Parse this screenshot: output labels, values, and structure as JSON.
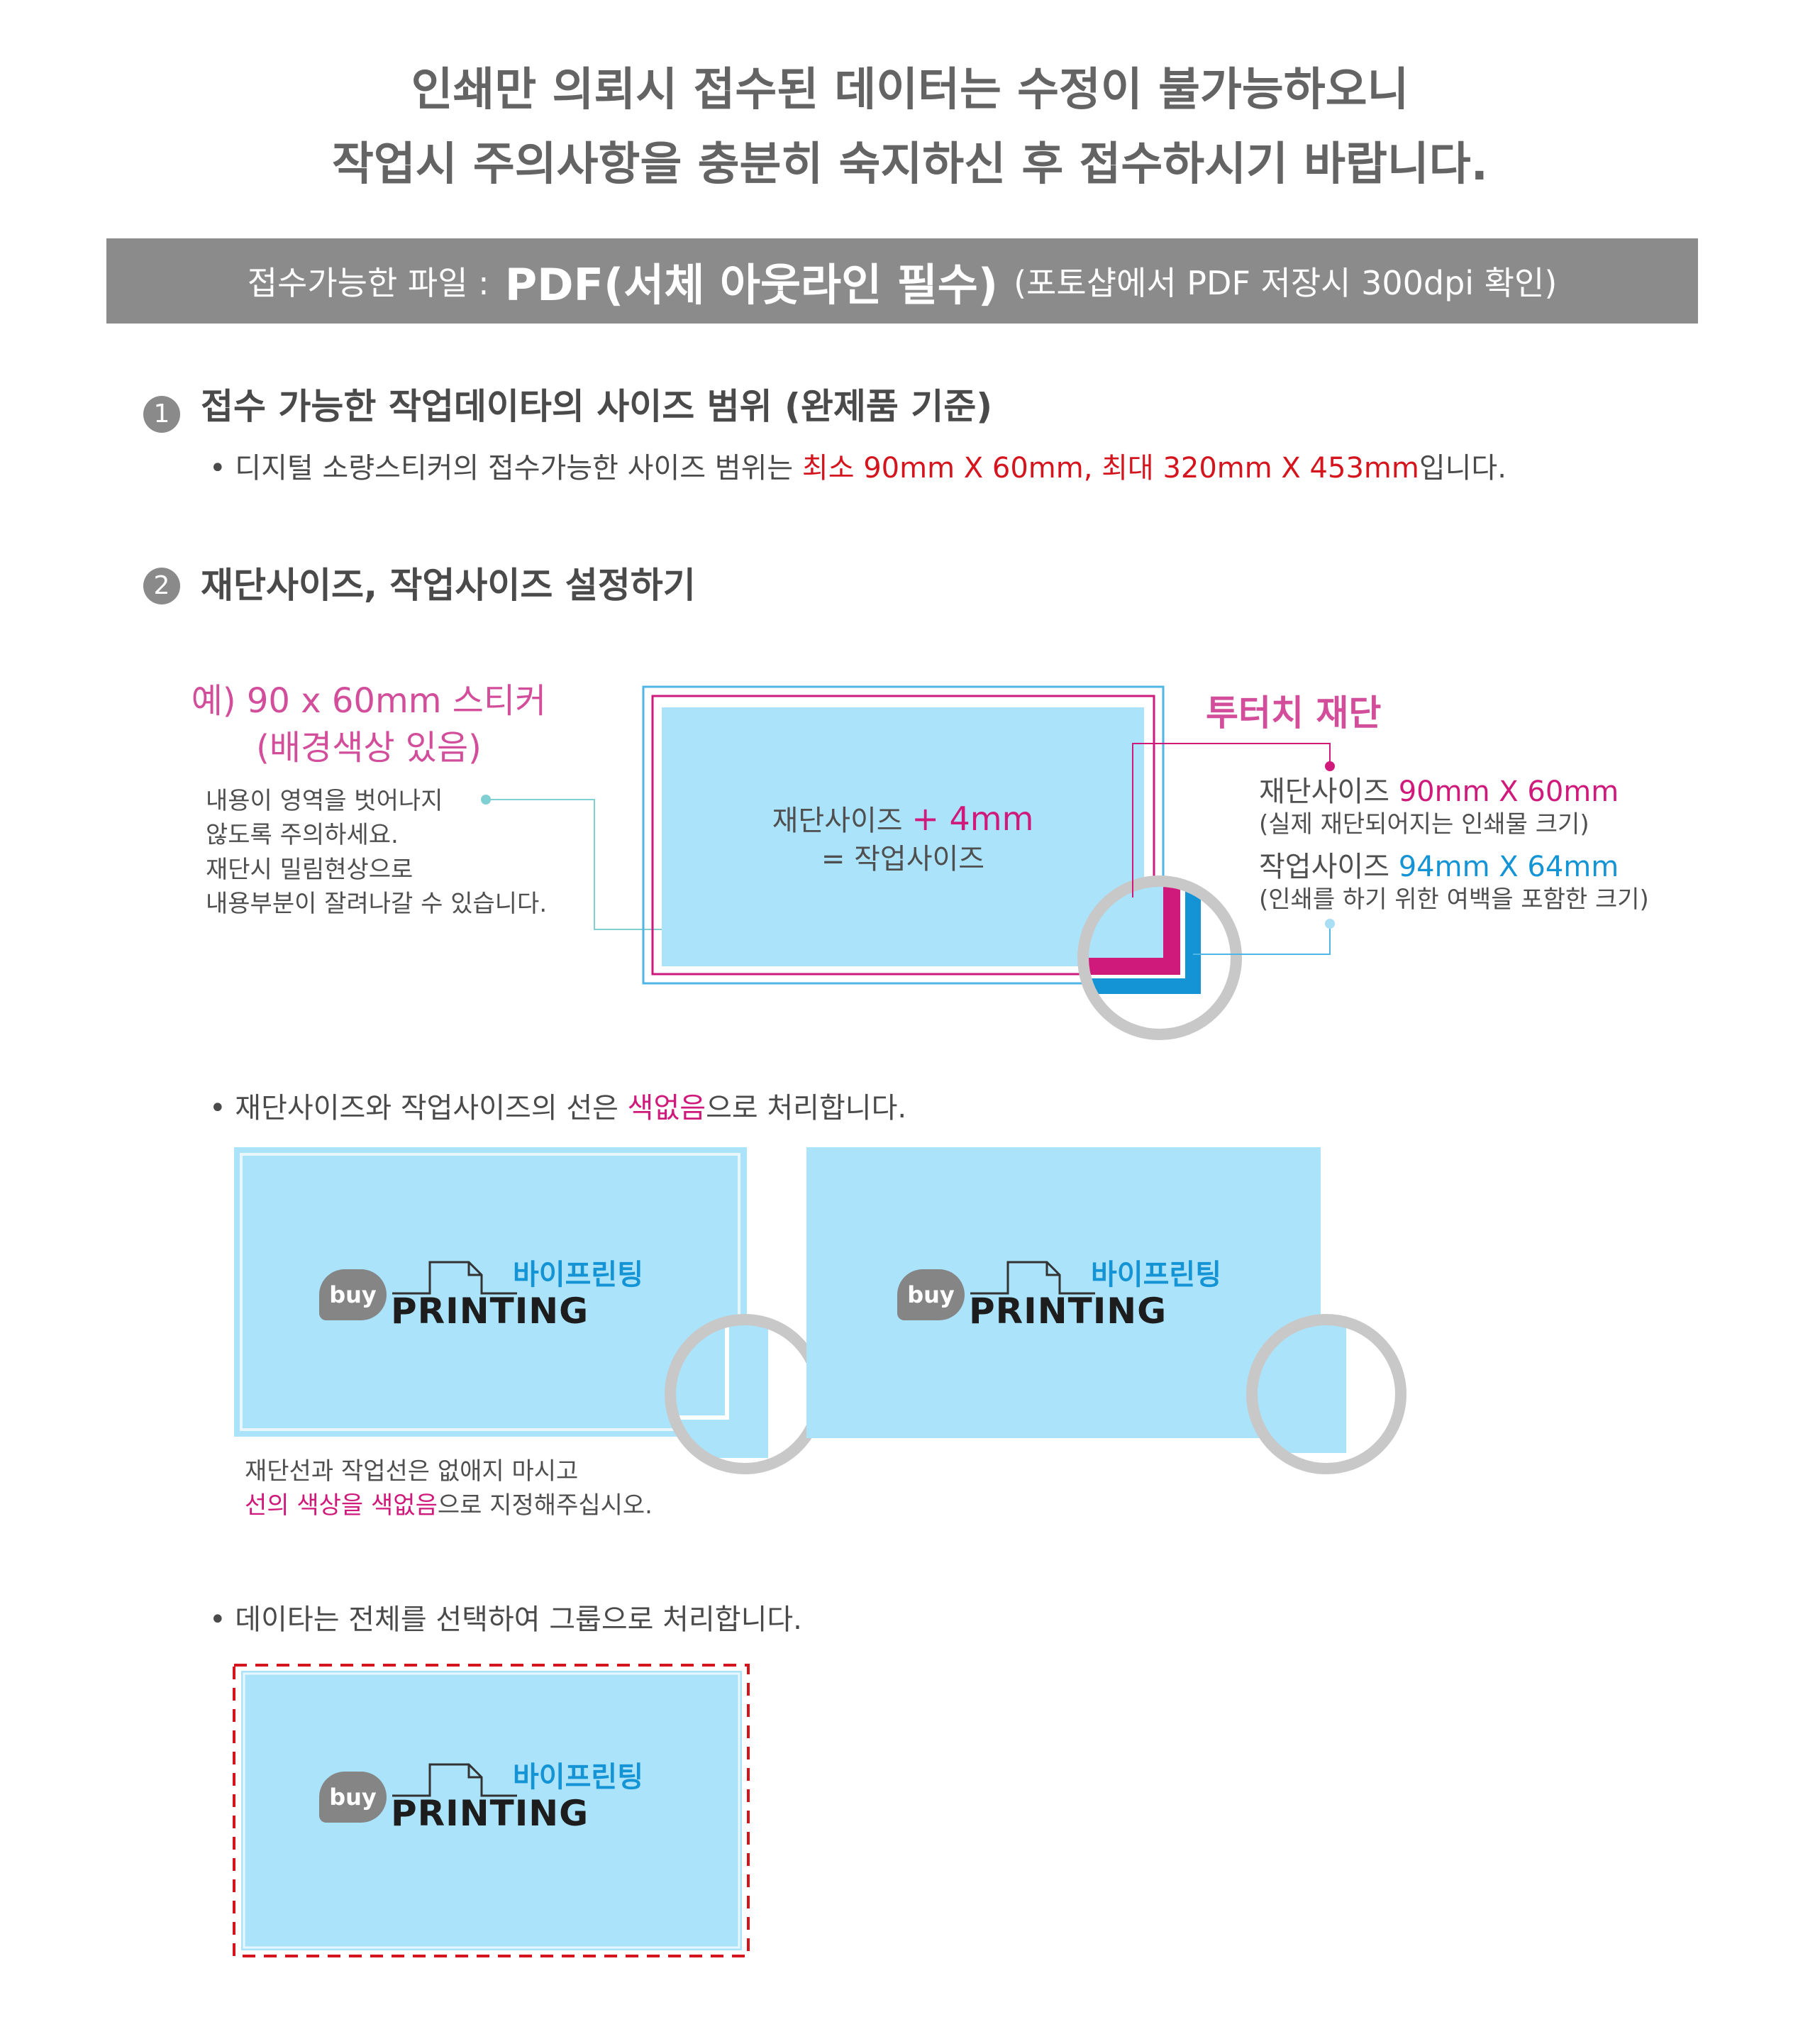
{
  "header": {
    "line1": "인쇄만 의뢰시 접수된 데이터는 수정이 불가능하오니",
    "line2": "작업시 주의사항을 충분히 숙지하신 후 접수하시기 바랍니다."
  },
  "banner": {
    "label": "접수가능한 파일 :",
    "main": "PDF(서체 아웃라인 필수)",
    "note": "(포토샵에서 PDF 저장시 300dpi 확인)"
  },
  "section1": {
    "number": "1",
    "title": "접수 가능한 작업데이타의 사이즈 범위 (완제품 기준)",
    "bullet_prefix": "• 디지털 소량스티커의 접수가능한 사이즈 범위는 ",
    "bullet_highlight": "최소 90mm X 60mm, 최대 320mm X 453mm",
    "bullet_suffix": "입니다."
  },
  "section2": {
    "number": "2",
    "title": "재단사이즈, 작업사이즈 설정하기"
  },
  "example": {
    "title1": "예) 90 x 60mm 스티커",
    "title2": "(배경색상 있음)",
    "note_lines": [
      "내용이 영역을 벗어나지",
      "않도록 주의하세요.",
      "재단시 밀림현상으로",
      "내용부분이 잘려나갈 수 있습니다."
    ],
    "center_left": "재단사이즈",
    "center_plus": "+ 4mm",
    "center_eq": "= 작업사이즈"
  },
  "right_info": {
    "title": "투터치 재단",
    "cut_label": "재단사이즈",
    "cut_value": "90mm X 60mm",
    "cut_note": "(실제 재단되어지는 인쇄물 크기)",
    "work_label": "작업사이즈",
    "work_value": "94mm X 64mm",
    "work_note": "(인쇄를 하기 위한 여백을 포함한 크기)"
  },
  "bullet2": {
    "prefix": "• 재단사이즈와 작업사이즈의 선은 ",
    "highlight": "색없음",
    "suffix": "으로 처리합니다."
  },
  "note2": {
    "line1": "재단선과 작업선은 없애지 마시고",
    "line2_highlight": "선의 색상을 색없음",
    "line2_suffix": "으로 지정해주십시오."
  },
  "bullet3": {
    "text": "• 데이타는 전체를 선택하여 그룹으로 처리합니다."
  },
  "logo": {
    "buy": "buy",
    "korean": "바이프린팅",
    "english": "PRINTING"
  },
  "colors": {
    "card": "#abe3fa",
    "magenta": "#cf1a7c",
    "cyan": "#1594d5",
    "red": "#d4151e",
    "banner": "#8b8b8b",
    "ring": "#c8c8c8"
  }
}
